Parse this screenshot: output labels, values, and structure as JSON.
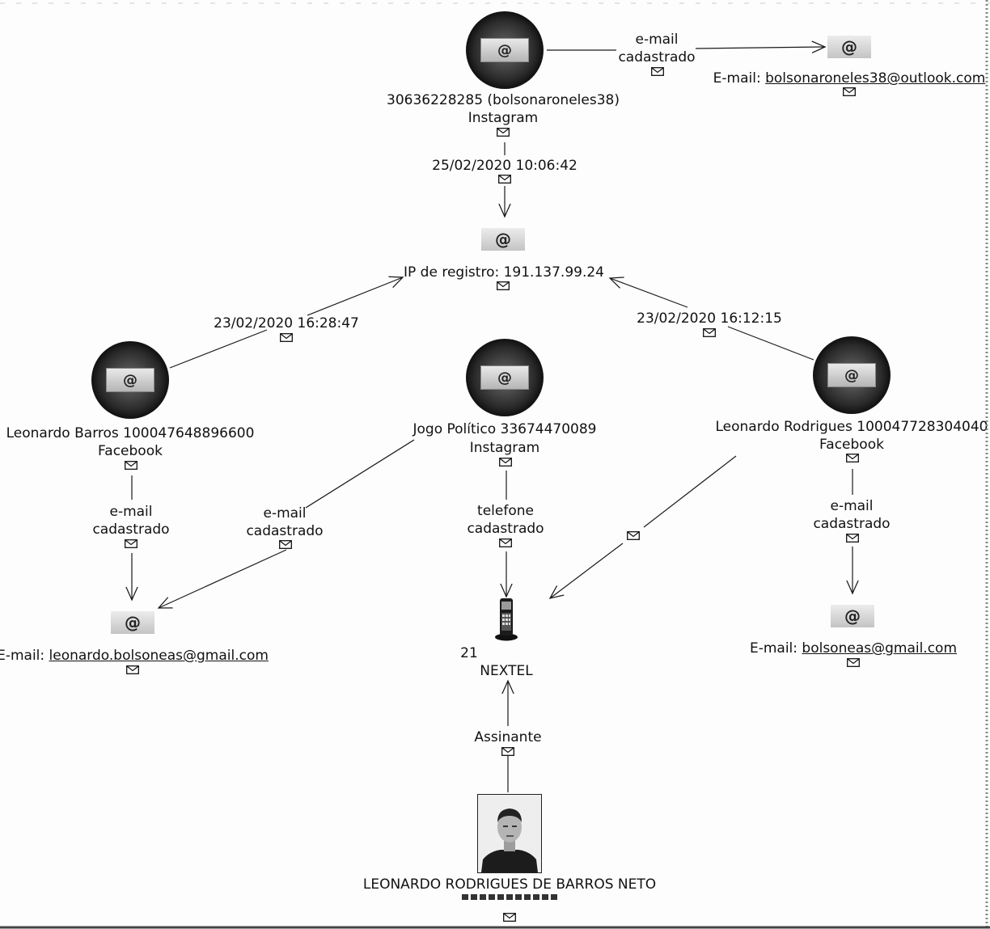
{
  "nodes": {
    "instagram_top": {
      "name": "30636228285 (bolsonaroneles38)",
      "platform": "Instagram",
      "icon": "instagram-account-icon"
    },
    "email_top": {
      "label": "E-mail: ",
      "address": "bolsonaroneles38@outlook.com",
      "icon": "email-at-icon"
    },
    "ip": {
      "label": "IP de registro: ",
      "value": "191.137.99.24",
      "icon": "ip-at-icon"
    },
    "fb_barros": {
      "name": "Leonardo Barros 100047648896600",
      "platform": "Facebook",
      "icon": "facebook-account-icon"
    },
    "jogo_politico": {
      "name": "Jogo Político 33674470089",
      "platform": "Instagram",
      "icon": "instagram-account-icon"
    },
    "fb_rodrigues": {
      "name": "Leonardo Rodrigues 100047728304040",
      "platform": "Facebook",
      "icon": "facebook-account-icon"
    },
    "email_left": {
      "label": "E-mail: ",
      "address": "leonardo.bolsoneas@gmail.com",
      "icon": "email-at-icon"
    },
    "phone": {
      "line1": "21",
      "line2": "NEXTEL",
      "icon": "mobile-phone-icon"
    },
    "email_right": {
      "label": "E-mail: ",
      "address": "bolsoneas@gmail.com",
      "icon": "email-at-icon"
    },
    "person": {
      "name": "LEONARDO RODRIGUES DE BARROS NETO",
      "icon": "person-photo-icon"
    }
  },
  "edges": {
    "insta_email": {
      "line1": "e-mail",
      "line2": "cadastrado"
    },
    "insta_ip": {
      "line1": "25/02/2020 10:06:42"
    },
    "barros_ip": {
      "line1": "23/02/2020 16:28:47"
    },
    "rodrigues_ip": {
      "line1": "23/02/2020 16:12:15"
    },
    "barros_email": {
      "line1": "e-mail",
      "line2": "cadastrado"
    },
    "jogo_email": {
      "line1": "e-mail",
      "line2": "cadastrado"
    },
    "jogo_phone": {
      "line1": "telefone",
      "line2": "cadastrado"
    },
    "rodrigues_email": {
      "line1": "e-mail",
      "line2": "cadastrado"
    },
    "person_phone": {
      "line1": "Assinante"
    }
  },
  "at_symbol": "@",
  "colors": {
    "line": "#1a1a1a",
    "node_dark": "#2a2a2a"
  }
}
